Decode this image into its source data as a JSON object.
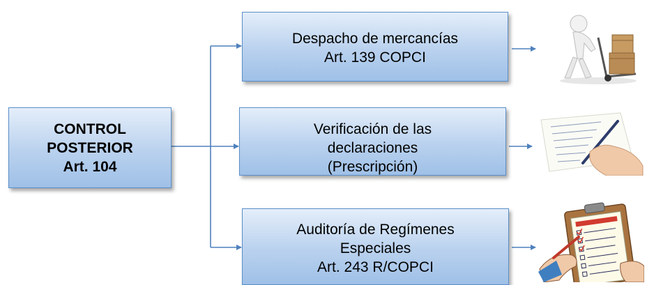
{
  "root": {
    "line1": "CONTROL",
    "line2": "POSTERIOR",
    "line3": "Art. 104"
  },
  "branches": [
    {
      "line1": "Despacho de mercancías",
      "line2": "Art. 139 COPCI"
    },
    {
      "line1": "Verificación de las",
      "line2": "declaraciones",
      "line3": "(Prescripción)"
    },
    {
      "line1": "Auditoría de Regímenes",
      "line2": "Especiales",
      "line3": "Art. 243 R/COPCI"
    }
  ],
  "images": {
    "delivery": "person-pushing-boxes-icon",
    "writing": "hand-writing-document-icon",
    "clipboard": "audit-checklist-clipboard-icon"
  },
  "colors": {
    "box_border": "#5b8fc9",
    "box_fill_top": "#e4eefa",
    "box_fill_bottom": "#9fc0e7",
    "connector": "#4f81bd"
  }
}
